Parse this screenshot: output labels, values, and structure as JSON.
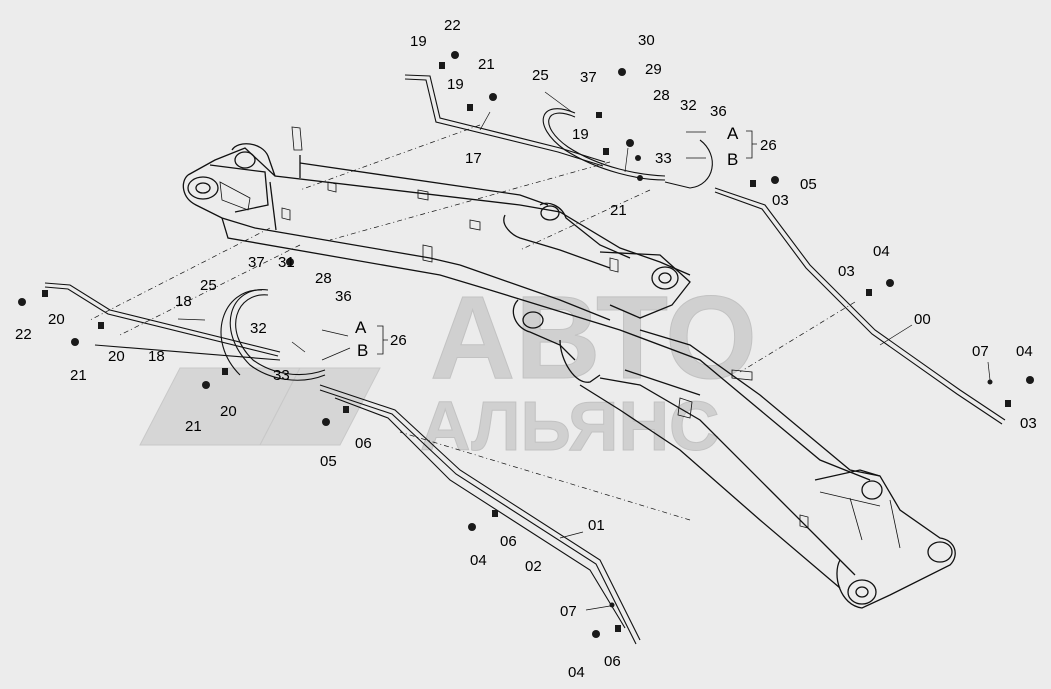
{
  "watermark": {
    "line1": "АВТО",
    "line2": "АЛЬЯНС"
  },
  "labels": {
    "p22_top": "22",
    "p19_top": "19",
    "p21_top": "21",
    "p19_mid": "19",
    "p17": "17",
    "p25_top": "25",
    "p37_top": "37",
    "p30": "30",
    "p29": "29",
    "p28_top": "28",
    "p32_top": "32",
    "p36_top": "36",
    "p19_r": "19",
    "p21_r": "21",
    "p33_top": "33",
    "pA_top": "A",
    "pB_top": "B",
    "p26_top": "26",
    "p05_top": "05",
    "p03_top": "03",
    "p04_r": "04",
    "p03_r": "03",
    "p00": "00",
    "p07_r": "07",
    "p04_rr": "04",
    "p03_rr": "03",
    "p22_l": "22",
    "p20_l1": "20",
    "p20_l2": "20",
    "p21_l1": "21",
    "p18_a": "18",
    "p18_b": "18",
    "p37_l": "37",
    "p31": "31",
    "p25_l": "25",
    "p28_l": "28",
    "p36_l": "36",
    "p32_l": "32",
    "pA_l": "A",
    "pB_l": "B",
    "p26_l": "26",
    "p33_l": "33",
    "p20_l3": "20",
    "p21_l2": "21",
    "p06_l": "06",
    "p05_l": "05",
    "p04_b": "04",
    "p06_b": "06",
    "p01": "01",
    "p02": "02",
    "p07_b": "07",
    "p04_bb": "04",
    "p06_bb": "06"
  }
}
